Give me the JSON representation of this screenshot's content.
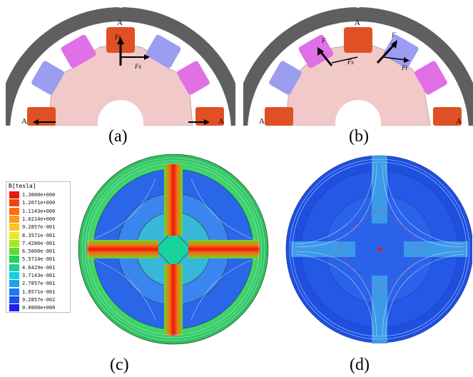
{
  "panels": [
    {
      "caption": "(a)"
    },
    {
      "caption": "(b)"
    },
    {
      "caption": "(c)"
    },
    {
      "caption": "(d)"
    }
  ],
  "motor_labels": {
    "pole_top": "A",
    "pole_left": "A",
    "pole_right": "A",
    "force_r": "Fr",
    "force_s": "Fs",
    "force_f": "F",
    "force_t": "Ft"
  },
  "legend": {
    "title": "B[tesla]",
    "levels": [
      {
        "value": "1.3000e+000",
        "color": "#e8160c"
      },
      {
        "value": "1.2071e+000",
        "color": "#f2420d"
      },
      {
        "value": "1.1143e+000",
        "color": "#f86e12"
      },
      {
        "value": "1.0214e+000",
        "color": "#fb9b16"
      },
      {
        "value": "9.2857e-001",
        "color": "#fbc51b"
      },
      {
        "value": "8.3571e-001",
        "color": "#e3ed1f"
      },
      {
        "value": "7.4286e-001",
        "color": "#a6e825"
      },
      {
        "value": "6.5000e-001",
        "color": "#5fdc2b"
      },
      {
        "value": "5.5714e-001",
        "color": "#27d24f"
      },
      {
        "value": "4.6429e-001",
        "color": "#1ad39a"
      },
      {
        "value": "3.7143e-001",
        "color": "#18cde0"
      },
      {
        "value": "2.7857e-001",
        "color": "#1aa6ee"
      },
      {
        "value": "1.8571e-001",
        "color": "#1a7af0"
      },
      {
        "value": "9.2857e-002",
        "color": "#1c4ff0"
      },
      {
        "value": "0.0000e+000",
        "color": "#1b1fe6"
      }
    ]
  },
  "colors": {
    "stator": "#5f5f5f",
    "rotor": "#f2c9c9",
    "coil_magenta": "#e070e6",
    "coil_blue": "#9a9df0",
    "coil_red": "#e05025",
    "field_bg_c": "#2a6ef0",
    "field_bg_d": "#1e4fe0"
  }
}
